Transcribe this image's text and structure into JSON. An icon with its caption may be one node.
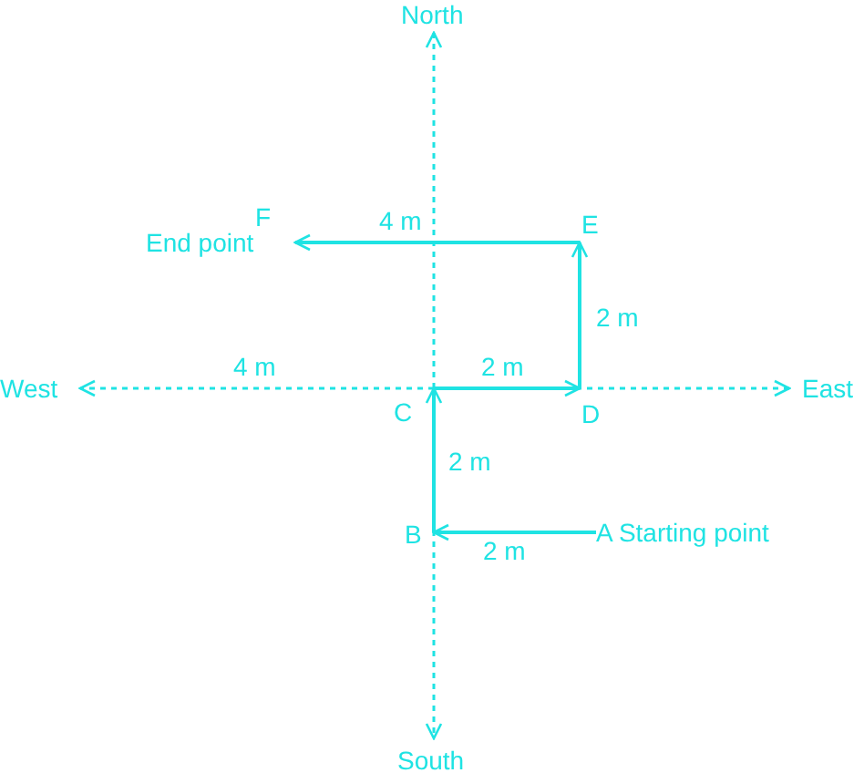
{
  "diagram": {
    "nodes": [
      {
        "text": [
          "A Starting point"
        ]
      },
      {
        "text": [
          "B"
        ]
      },
      {
        "text": [
          "C"
        ]
      },
      {
        "text": [
          "D"
        ]
      },
      {
        "text": [
          "E"
        ]
      },
      {
        "text": [
          "F"
        ],
        "beside": [
          "End point"
        ]
      }
    ],
    "edges": [
      {
        "from": 0,
        "to": 1,
        "arrow": "to",
        "label": "2 m"
      },
      {
        "from": 1,
        "to": 2,
        "arrow": "to",
        "label": "2 m"
      },
      {
        "from": 2,
        "to": 3,
        "arrow": "to",
        "label": "2 m"
      },
      {
        "from": 3,
        "to": 4,
        "arrow": "to",
        "label": "2 m"
      },
      {
        "from": 4,
        "to": 5,
        "arrow": "to",
        "label": "4 m"
      }
    ],
    "labels": [
      "North",
      "West",
      "4 m",
      "East",
      "South"
    ]
  }
}
